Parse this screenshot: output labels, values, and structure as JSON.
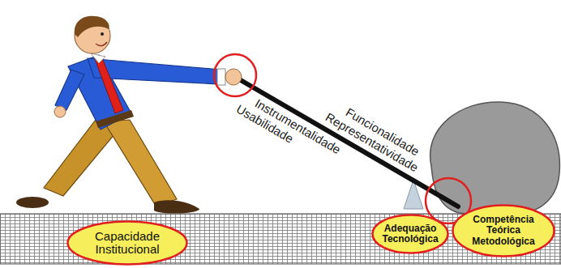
{
  "diagram": {
    "nodes": [
      {
        "text": [
          "Capacidade Institucional"
        ]
      },
      {
        "text": [
          "Adequação Tecnológica"
        ]
      },
      {
        "text": [
          "Competência Teórica Metodológica"
        ]
      }
    ],
    "labels": [
      "Funcionalidade",
      "Representatividade",
      "Instrumentalidade",
      "Usabilidade"
    ]
  }
}
